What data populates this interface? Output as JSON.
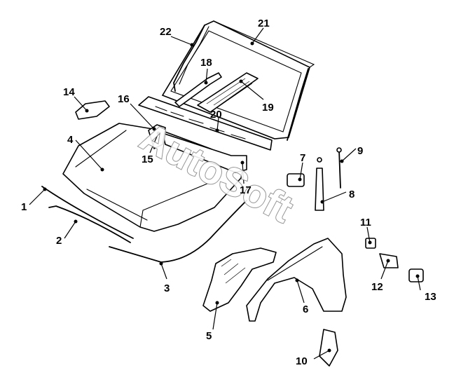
{
  "watermark": "AutoSoft",
  "callouts": [
    "1",
    "2",
    "3",
    "4",
    "5",
    "6",
    "7",
    "8",
    "9",
    "10",
    "11",
    "12",
    "13",
    "14",
    "15",
    "16",
    "17",
    "18",
    "19",
    "20",
    "21",
    "22"
  ],
  "colors": {
    "line": "#000000",
    "background": "#ffffff",
    "watermark_outline": "#8a8a8a"
  }
}
